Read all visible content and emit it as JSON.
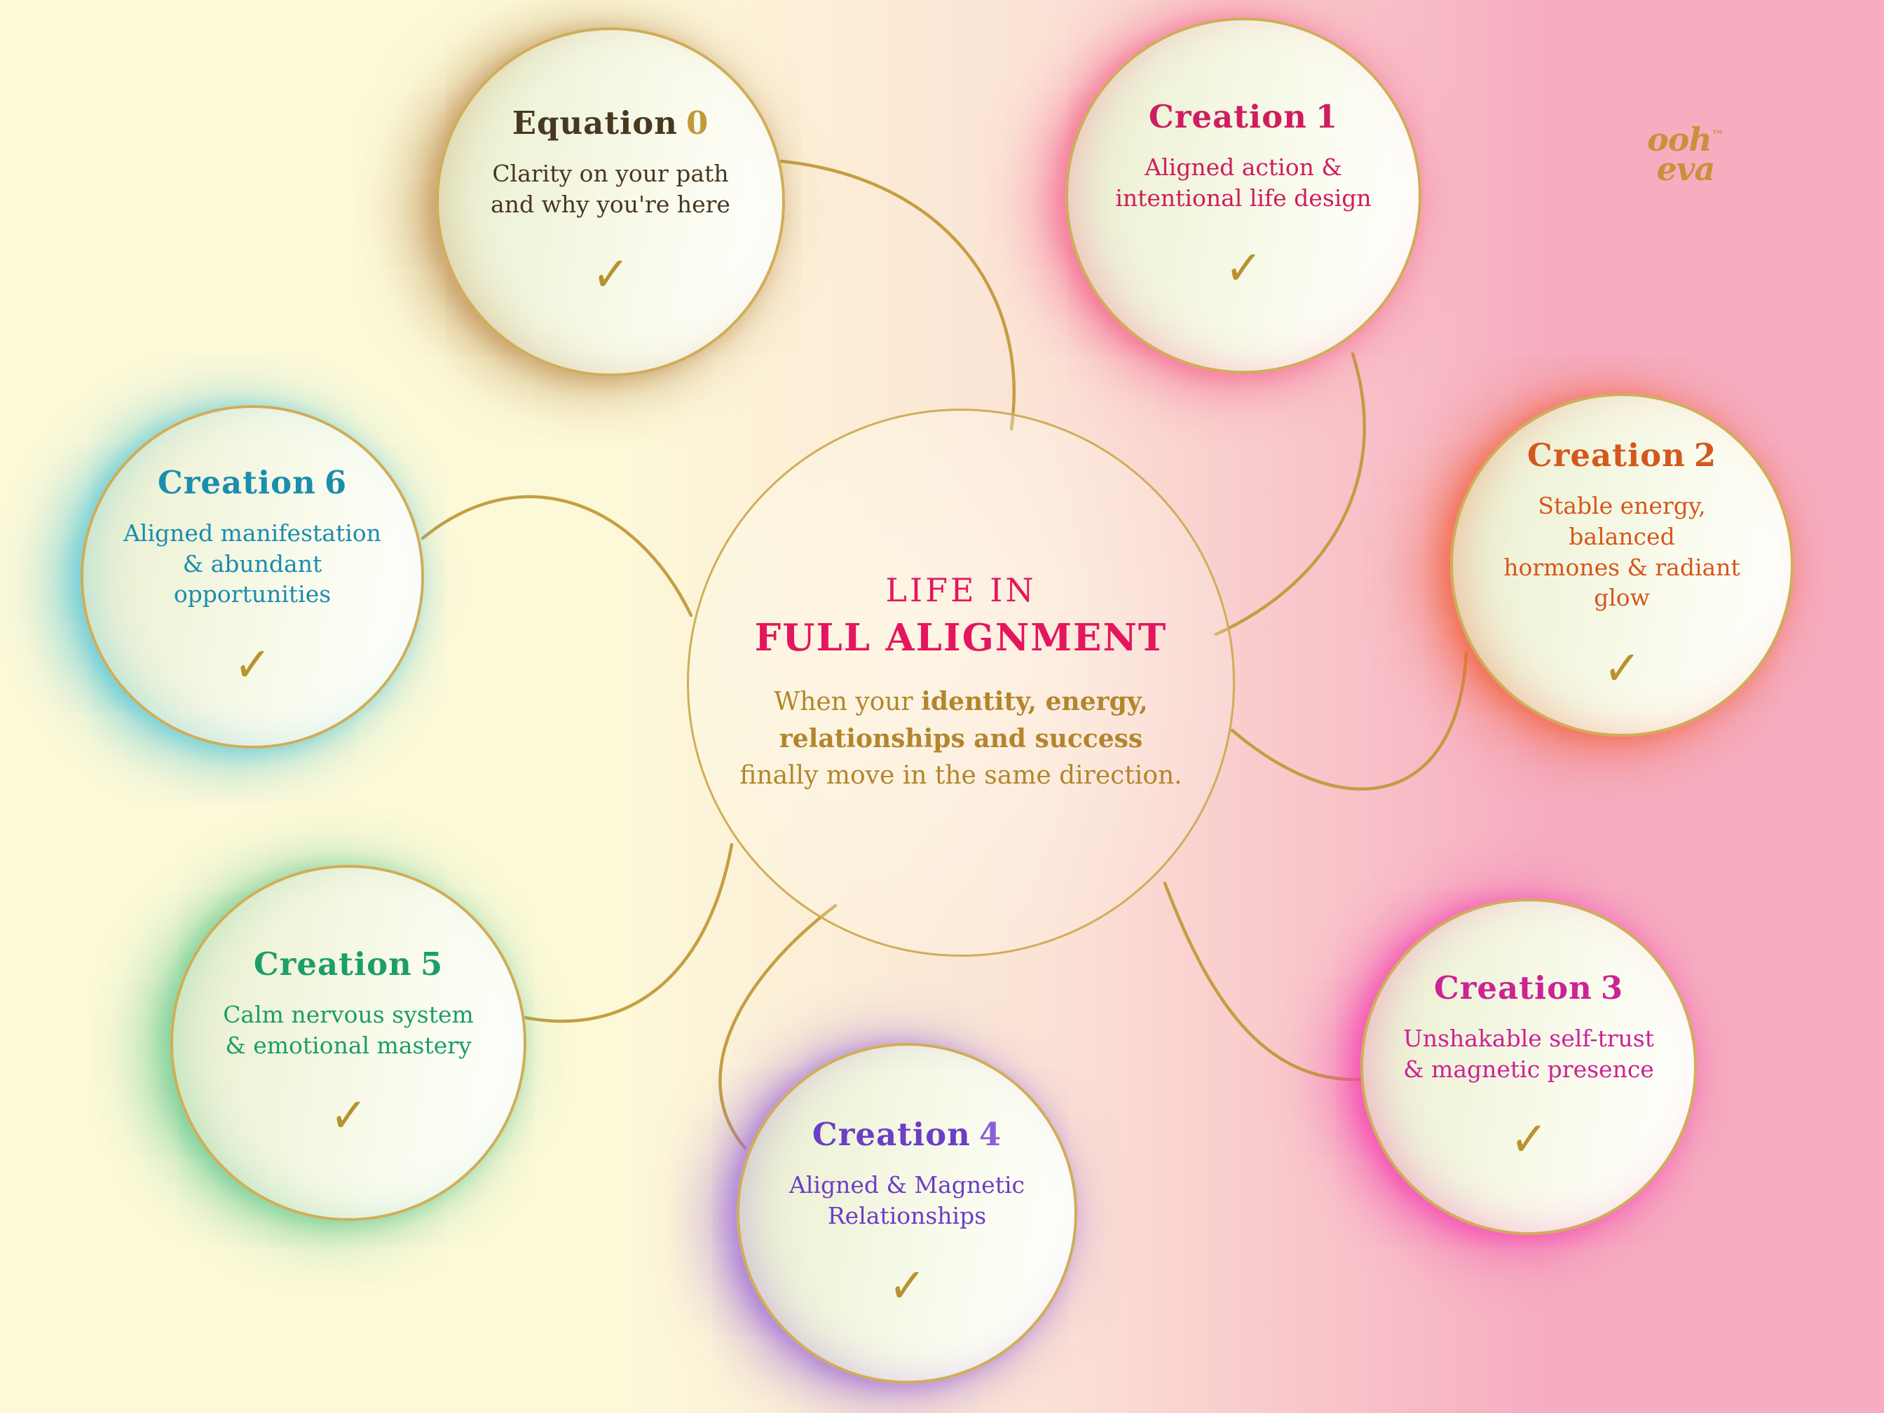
{
  "background": {
    "left_color": "#fcf9d8",
    "right_color": "#f6adc0"
  },
  "colors": {
    "gold": "#c19a3a",
    "ring": "#d0ad58",
    "check": "#b9932f"
  },
  "brand": {
    "line1": "ooh",
    "line2": "eva",
    "trademark": "™",
    "color": "#c9913c"
  },
  "center": {
    "title_line1": "LIFE IN",
    "title_line2": "FULL ALIGNMENT",
    "title_color": "#e4165e",
    "body": {
      "seg1": "When your ",
      "seg2_bold": "identity, energy,",
      "seg3_bold": "relationships and success",
      "seg4": "finally move in the same direction.",
      "color": "#b3862c"
    }
  },
  "nodes": [
    {
      "id": "equation-0",
      "title_word": "Equation",
      "title_num": "0",
      "color": "#473821",
      "num_color": "#c19a3a",
      "line1": "Clarity on your path",
      "line2": "and why you're here",
      "glow_rgb": "189,141,80",
      "check": "✓"
    },
    {
      "id": "creation-1",
      "title_word": "Creation",
      "title_num": "1",
      "color": "#cf1d5f",
      "num_color": "#cf1d5f",
      "line1": "Aligned action &",
      "line2": "intentional life design",
      "glow_rgb": "244,96,140",
      "check": "✓"
    },
    {
      "id": "creation-2",
      "title_word": "Creation",
      "title_num": "2",
      "color": "#d4581e",
      "num_color": "#d4581e",
      "line1": "Stable energy, balanced",
      "line2": "hormones & radiant glow",
      "glow_rgb": "242,98,60",
      "check": "✓"
    },
    {
      "id": "creation-3",
      "title_word": "Creation",
      "title_num": "3",
      "color": "#cc2395",
      "num_color": "#cc2395",
      "line1": "Unshakable self-trust",
      "line2": "& magnetic presence",
      "glow_rgb": "244,62,176",
      "check": "✓"
    },
    {
      "id": "creation-4",
      "title_word": "Creation",
      "title_num": "4",
      "color": "#6b3ec6",
      "num_color": "#8a5fd8",
      "line1": "Aligned & Magnetic",
      "line2": "Relationships",
      "glow_rgb": "156,106,216",
      "check": "✓"
    },
    {
      "id": "creation-5",
      "title_word": "Creation",
      "title_num": "5",
      "color": "#1d9e68",
      "num_color": "#1d9e68",
      "line1": "Calm nervous system",
      "line2": "& emotional mastery",
      "glow_rgb": "96,200,142",
      "check": "✓"
    },
    {
      "id": "creation-6",
      "title_word": "Creation",
      "title_num": "6",
      "color": "#1b8dad",
      "num_color": "#1b8dad",
      "line1": "Aligned manifestation",
      "line2": "& abundant opportunities",
      "glow_rgb": "80,196,216",
      "check": "✓"
    }
  ]
}
